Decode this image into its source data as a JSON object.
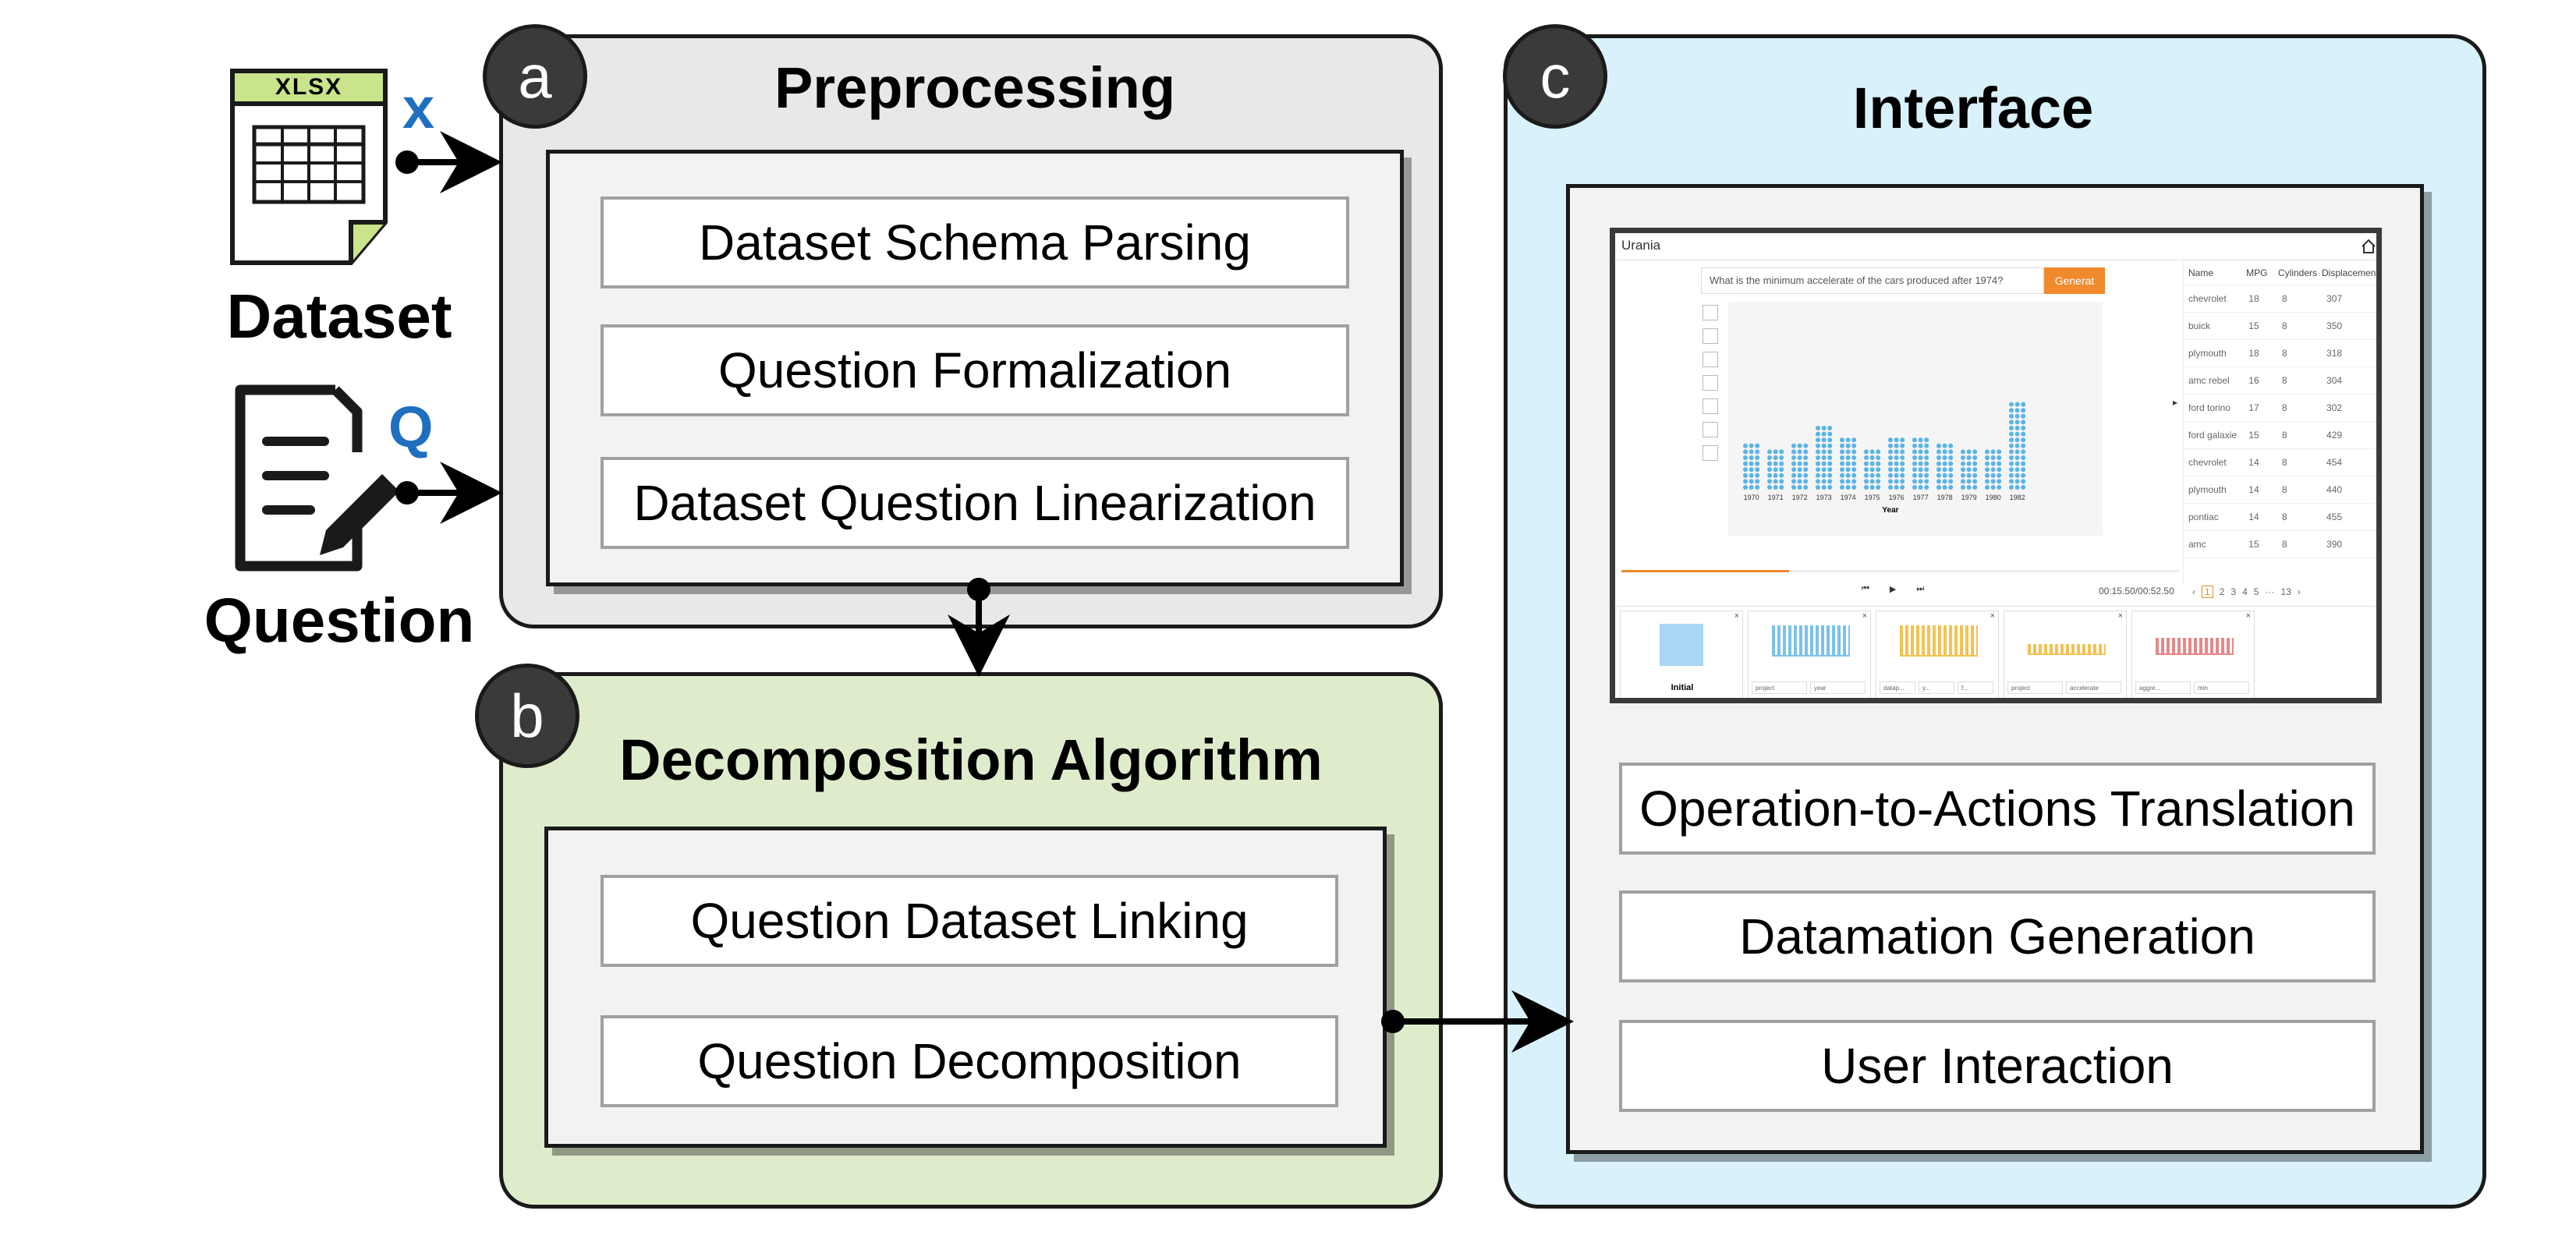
{
  "inputs": {
    "dataset": {
      "file_label": "XLSX",
      "letter": "x",
      "label": "Dataset"
    },
    "question": {
      "letter": "Q",
      "label": "Question"
    }
  },
  "panels": {
    "a": {
      "badge": "a",
      "title": "Preprocessing",
      "steps": [
        "Dataset Schema Parsing",
        "Question Formalization",
        "Dataset Question Linearization"
      ]
    },
    "b": {
      "badge": "b",
      "title": "Decomposition Algorithm",
      "steps": [
        "Question Dataset Linking",
        "Question Decomposition"
      ]
    },
    "c": {
      "badge": "c",
      "title": "Interface",
      "steps": [
        "Operation-to-Actions Translation",
        "Datamation Generation",
        "User Interaction"
      ]
    }
  },
  "colors": {
    "panel_a_bg": "#e8e8e8",
    "panel_b_bg": "#dfeccc",
    "panel_c_bg": "#d8f1fb",
    "badge": "#3a3a3a",
    "accent_blue": "#1f6fc0",
    "file_green": "#c9e48a",
    "bars_blue": "#5ab4e5",
    "bars_yellow": "#f0b429",
    "generate_orange": "#f08a2c"
  },
  "screenshot": {
    "app_title": "Urania",
    "query": "What is the minimum accelerate of the cars produced after 1974?",
    "generate_button": "Generat",
    "chart_data": {
      "type": "bar",
      "categories": [
        "1970",
        "1971",
        "1972",
        "1973",
        "1974",
        "1975",
        "1976",
        "1977",
        "1978",
        "1979",
        "1980",
        "1982"
      ],
      "values": [
        8,
        7,
        8,
        11,
        9,
        7,
        9,
        9,
        8,
        7,
        7,
        15
      ],
      "xlabel": "Year",
      "ylabel": ""
    },
    "table": {
      "headers": [
        "Name",
        "MPG",
        "Cylinders",
        "Displacement"
      ],
      "rows": [
        [
          "chevrolet",
          "18",
          "8",
          "307"
        ],
        [
          "buick",
          "15",
          "8",
          "350"
        ],
        [
          "plymouth",
          "18",
          "8",
          "318"
        ],
        [
          "amc rebel",
          "16",
          "8",
          "304"
        ],
        [
          "ford torino",
          "17",
          "8",
          "302"
        ],
        [
          "ford galaxie",
          "15",
          "8",
          "429"
        ],
        [
          "chevrolet",
          "14",
          "8",
          "454"
        ],
        [
          "plymouth",
          "14",
          "8",
          "440"
        ],
        [
          "pontiac",
          "14",
          "8",
          "455"
        ],
        [
          "amc",
          "15",
          "8",
          "390"
        ]
      ],
      "pages": [
        "1",
        "2",
        "3",
        "4",
        "5",
        "···",
        "13"
      ]
    },
    "time": "00:15.50/00:52.50",
    "steps": [
      {
        "label": "Initial",
        "controls": []
      },
      {
        "label": "",
        "controls": [
          "project",
          "year"
        ]
      },
      {
        "label": "",
        "controls": [
          "datap...",
          "y...",
          "f..."
        ]
      },
      {
        "label": "",
        "controls": [
          "project",
          "accelerate"
        ]
      },
      {
        "label": "",
        "controls": [
          "aggre...",
          "min"
        ]
      }
    ]
  }
}
